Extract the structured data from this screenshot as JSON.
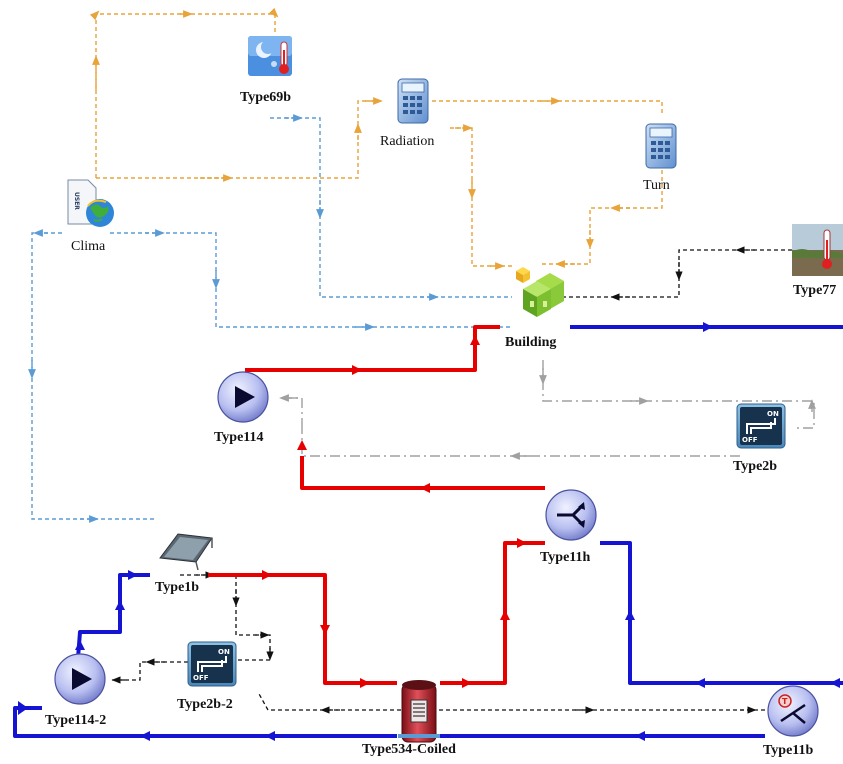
{
  "components": {
    "type69b": "Type69b",
    "radiation": "Radiation",
    "turn": "Turn",
    "clima": "Clima",
    "building": "Building",
    "type77": "Type77",
    "type114": "Type114",
    "type2b": "Type2b",
    "type11h": "Type11h",
    "type1b": "Type1b",
    "type114_2": "Type114-2",
    "type2b_2": "Type2b-2",
    "type534": "Type534-Coiled",
    "type11b": "Type11b"
  },
  "icons": {
    "user_text": "USER",
    "on_text": "ON",
    "off_text": "OFF"
  },
  "colors": {
    "weather_link": "#e8a33a",
    "info_link": "#5b9bd5",
    "hot_pipe": "#e60000",
    "cold_pipe": "#1414d2",
    "control_link": "#111111",
    "signal_link": "#a0a0a0"
  }
}
